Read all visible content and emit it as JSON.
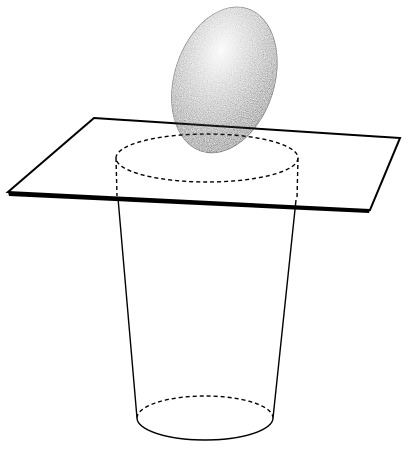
{
  "figure": {
    "objects": [
      {
        "name": "egg",
        "icon": "egg-icon"
      },
      {
        "name": "card",
        "icon": "card-icon"
      },
      {
        "name": "glass",
        "icon": "glass-icon"
      }
    ],
    "colors": {
      "background": "#ffffff",
      "ink": "#000000",
      "egg_shadow": "#1a1a1a",
      "egg_highlight": "#e8e8e8"
    }
  }
}
